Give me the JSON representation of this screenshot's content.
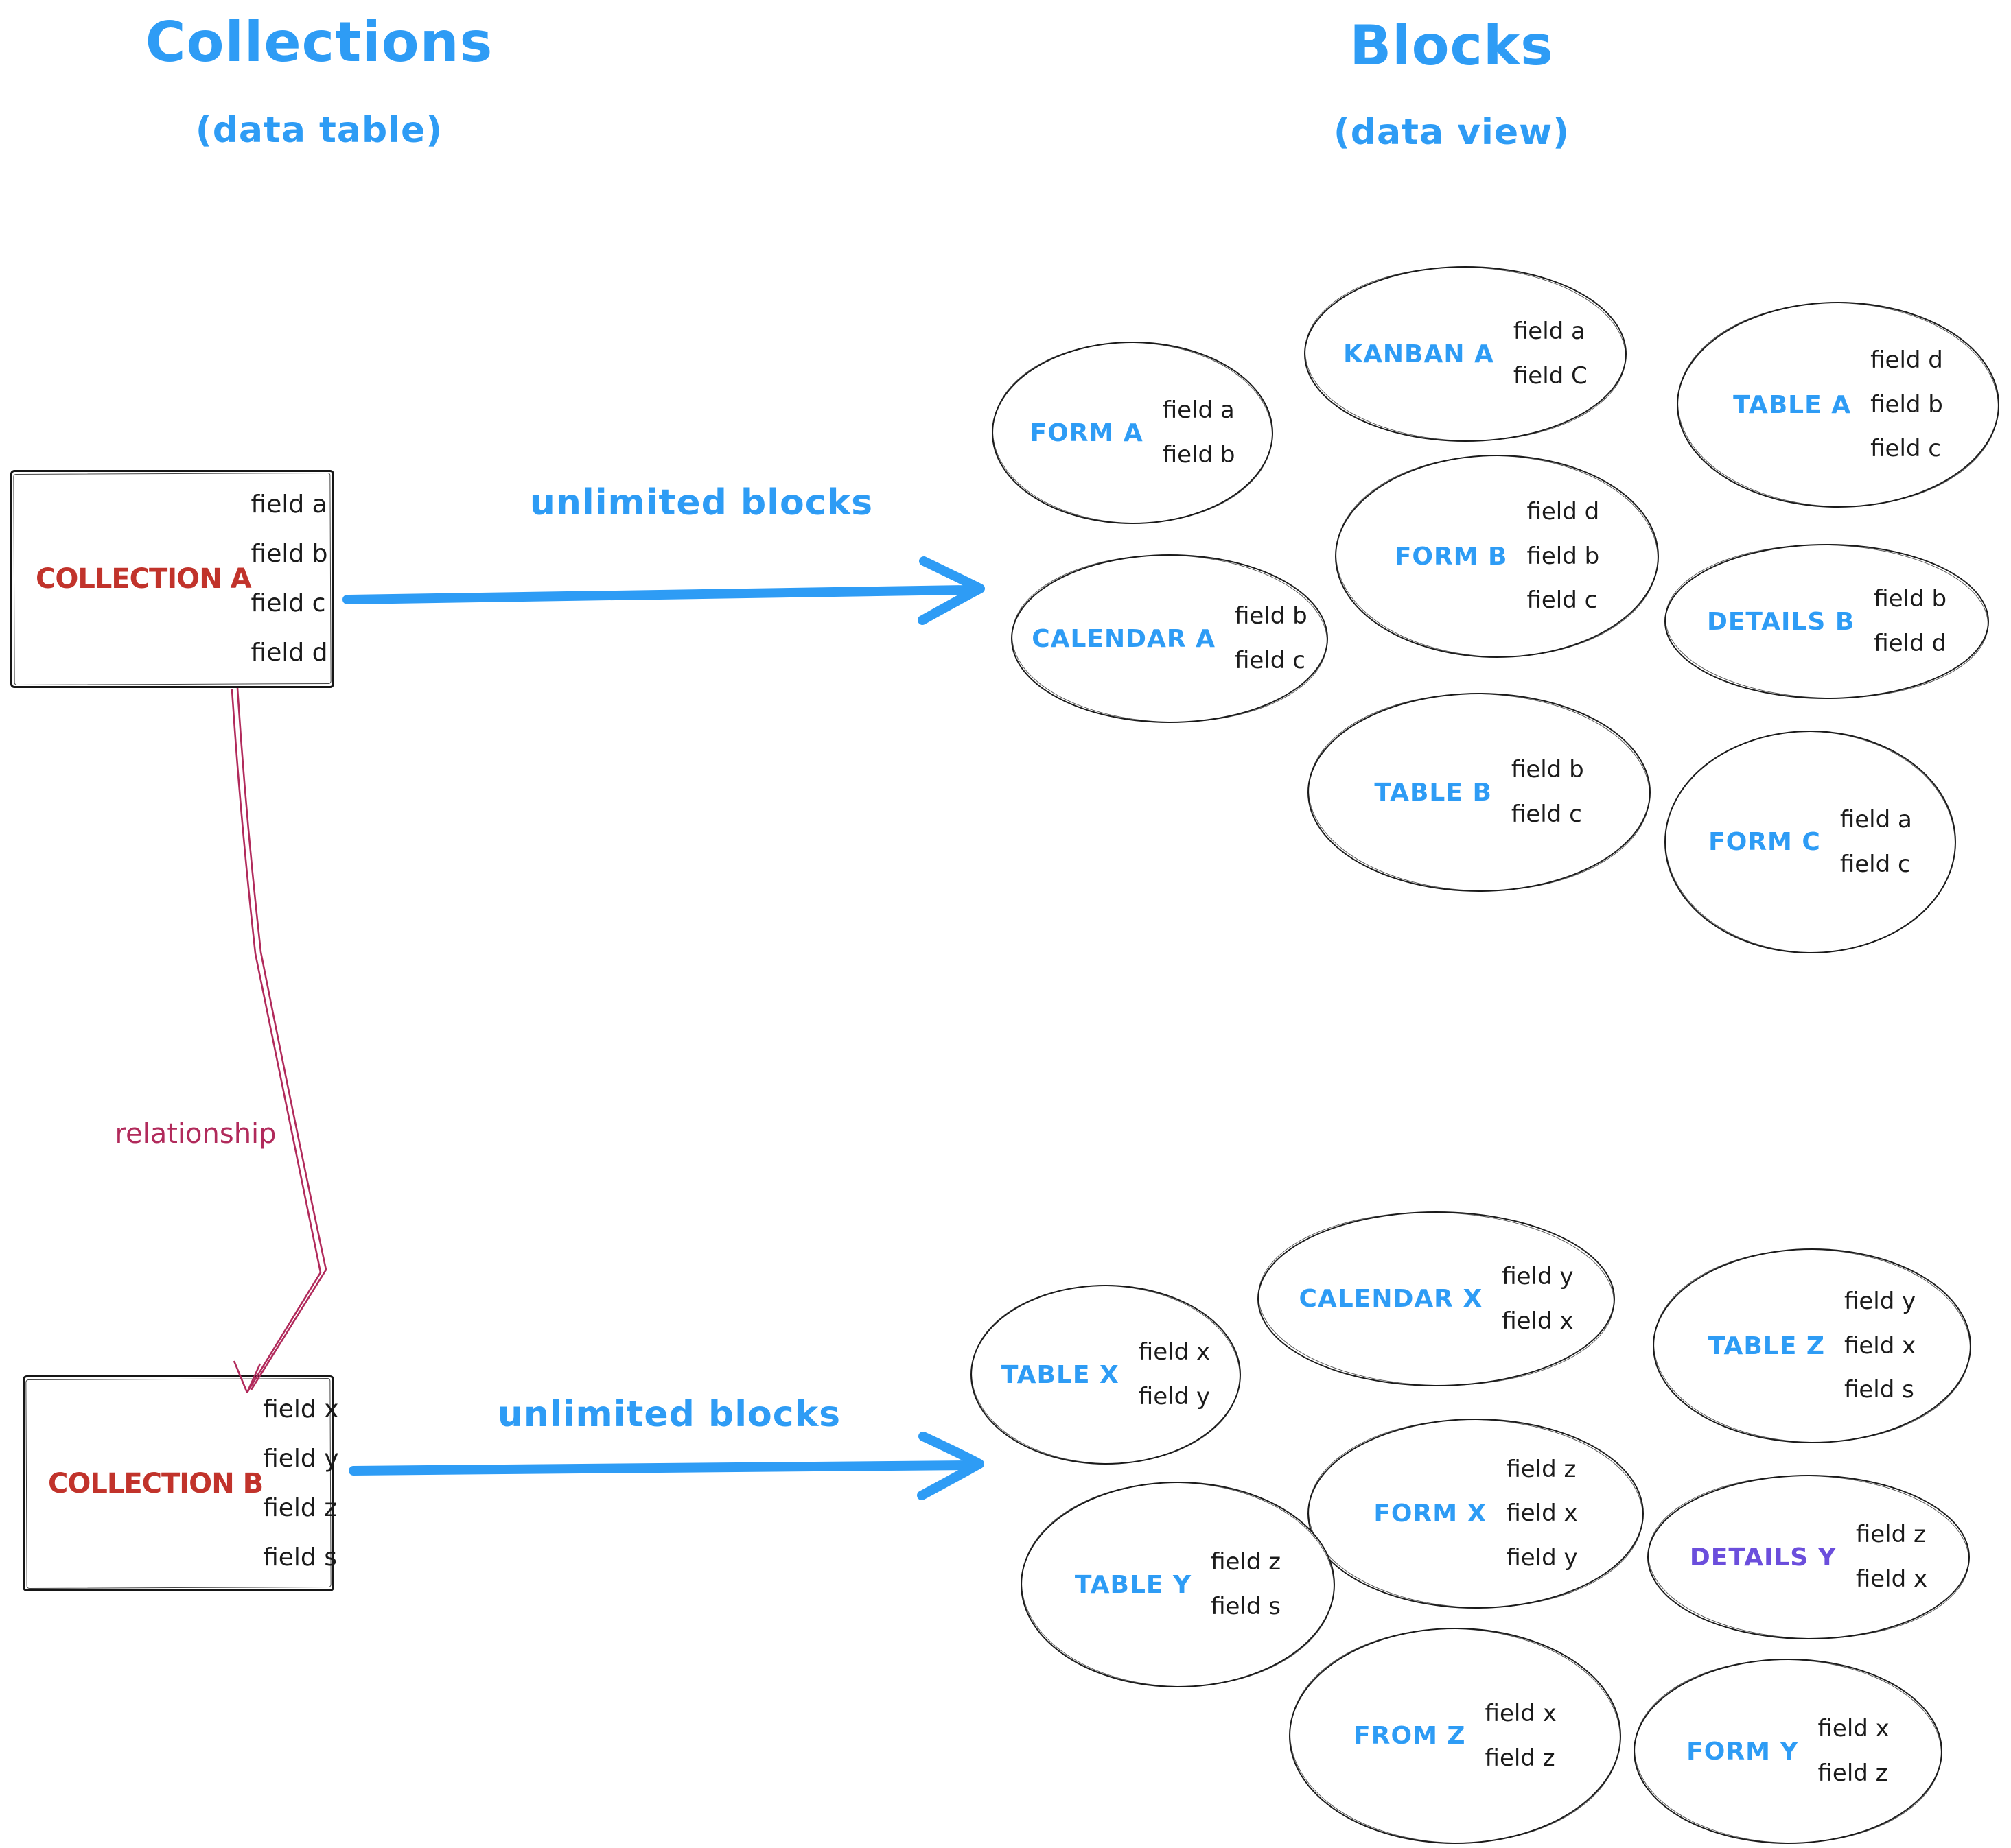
{
  "page": {
    "background": "#ffffff"
  },
  "colors": {
    "blue": "#2E9CF5",
    "red": "#C1332B",
    "crimson": "#B12A5B",
    "purple": "#6B4EDC",
    "ink": "#1B1B1B"
  },
  "left_column": {
    "title": "Collections",
    "subtitle": "(data table)",
    "relationship_label": "relationship",
    "collections": [
      {
        "name": "COLLECTION A",
        "fields": [
          "field a",
          "field b",
          "field c",
          "field d"
        ]
      },
      {
        "name": "COLLECTION B",
        "fields": [
          "field x",
          "field y",
          "field z",
          "field s"
        ]
      }
    ]
  },
  "right_column": {
    "title": "Blocks",
    "subtitle": "(data view)"
  },
  "arrows": {
    "collection_a_label": "unlimited blocks",
    "collection_b_label": "unlimited blocks"
  },
  "blocks_a": [
    {
      "name": "FORM A",
      "fields": [
        "field a",
        "field b"
      ]
    },
    {
      "name": "KANBAN A",
      "fields": [
        "field a",
        "field C"
      ]
    },
    {
      "name": "TABLE A",
      "fields": [
        "field d",
        "field b",
        "field c"
      ]
    },
    {
      "name": "CALENDAR A",
      "fields": [
        "field b",
        "field c"
      ]
    },
    {
      "name": "FORM B",
      "fields": [
        "field d",
        "field b",
        "field c"
      ]
    },
    {
      "name": "DETAILS B",
      "fields": [
        "field b",
        "field d"
      ]
    },
    {
      "name": "TABLE B",
      "fields": [
        "field b",
        "field c"
      ]
    },
    {
      "name": "FORM C",
      "fields": [
        "field a",
        "field c"
      ]
    }
  ],
  "blocks_b": [
    {
      "name": "TABLE X",
      "fields": [
        "field x",
        "field y"
      ]
    },
    {
      "name": "CALENDAR X",
      "fields": [
        "field y",
        "field x"
      ]
    },
    {
      "name": "TABLE Z",
      "fields": [
        "field y",
        "field x",
        "field s"
      ]
    },
    {
      "name": "FORM X",
      "fields": [
        "field z",
        "field x",
        "field y"
      ]
    },
    {
      "name": "TABLE Y",
      "fields": [
        "field z",
        "field s"
      ]
    },
    {
      "name": "DETAILS Y",
      "fields": [
        "field z",
        "field x"
      ]
    },
    {
      "name": "FROM Z",
      "fields": [
        "field x",
        "field z"
      ]
    },
    {
      "name": "FORM Y",
      "fields": [
        "field x",
        "field z"
      ]
    }
  ]
}
